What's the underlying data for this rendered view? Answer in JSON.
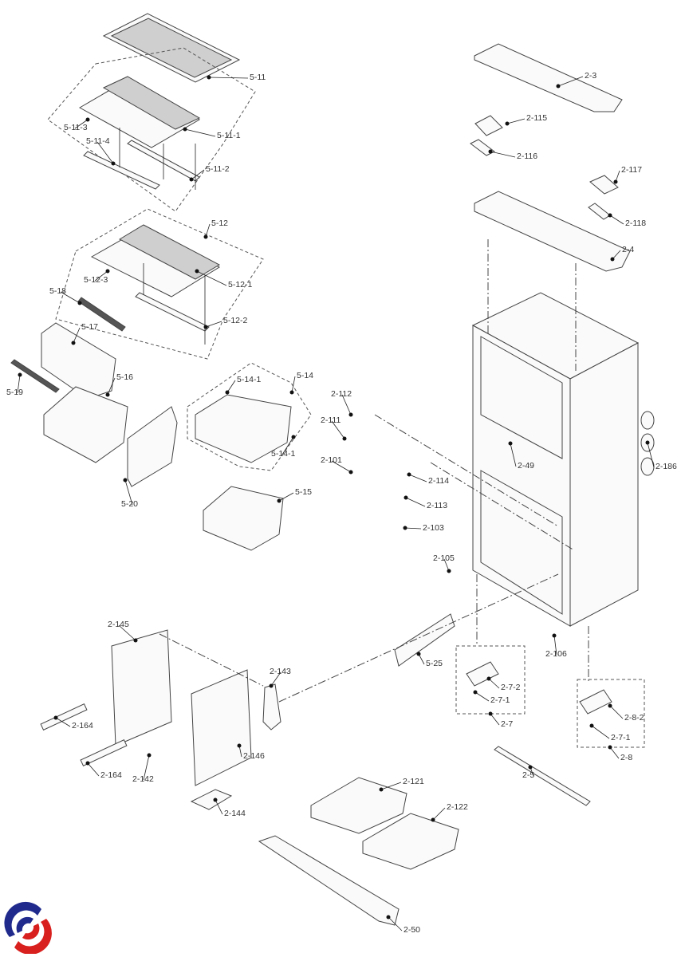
{
  "diagram": {
    "labels": [
      "5-11",
      "5-11-3",
      "5-11-1",
      "5-11-4",
      "5-11-2",
      "5-12",
      "5-12-3",
      "5-12-1",
      "5-18",
      "5-12-2",
      "5-17",
      "5-16",
      "5-19",
      "5-14-1",
      "5-14",
      "2-112",
      "2-111",
      "2-101",
      "5-14-1",
      "2-114",
      "5-20",
      "5-15",
      "2-113",
      "2-49",
      "2-186",
      "2-103",
      "2-105",
      "2-106",
      "2-145",
      "5-25",
      "2-143",
      "2-7-2",
      "2-7-1",
      "2-7",
      "2-8-2",
      "2-7-1",
      "2-8",
      "2-164",
      "2-164",
      "2-146",
      "2-142",
      "2-5",
      "2-121",
      "2-144",
      "2-122",
      "2-50",
      "2-3",
      "2-115",
      "2-116",
      "2-117",
      "2-118",
      "2-4"
    ],
    "logo_colors": {
      "blue": "#1f2a8c",
      "red": "#d8201e"
    }
  }
}
